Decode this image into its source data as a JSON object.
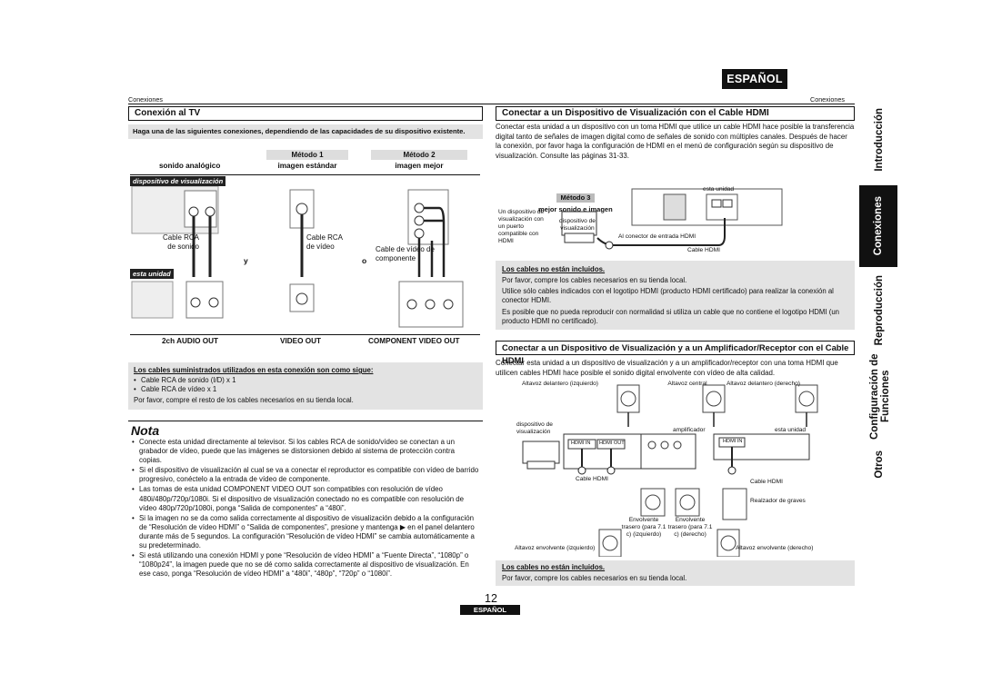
{
  "header": {
    "language_badge": "ESPAÑOL",
    "left_running_head": "Conexiones",
    "right_running_head": "Conexiones"
  },
  "side_tabs": [
    {
      "label": "Introducción",
      "active": false
    },
    {
      "label": "Conexiones",
      "active": true
    },
    {
      "label": "Reproducción",
      "active": false
    },
    {
      "label": "Configuración de Funciones",
      "active": false
    },
    {
      "label": "Otros",
      "active": false
    }
  ],
  "left": {
    "section_title": "Conexión al TV",
    "intro_bold": "Haga una de las siguientes conexiones, dependiendo de las capacidades de su dispositivo existente.",
    "method1": {
      "tag": "Método 1",
      "sub": "imagen estándar"
    },
    "method2": {
      "tag": "Método 2",
      "sub": "imagen mejor"
    },
    "col_audio": "sonido analógico",
    "tv_label": "dispositivo de visualización",
    "unit_label": "esta unidad",
    "cable_audio": "Cable RCA de sonido",
    "cable_video": "Cable RCA de vídeo",
    "cable_component": "Cable de vídeo de componente",
    "conj_y": "y",
    "conj_o": "o",
    "port_audio": "2ch AUDIO OUT",
    "port_video": "VIDEO OUT",
    "port_component": "COMPONENT VIDEO OUT",
    "cables_heading": "Los cables suministrados utilizados en esta conexión son como sigue:",
    "cables_list": [
      "Cable RCA de sonido (I/D) x 1",
      "Cable RCA de vídeo x 1"
    ],
    "cables_note": "Por favor, compre el resto de los cables necesarios en su tienda local.",
    "note_title": "Nota",
    "notes": [
      "Conecte esta unidad directamente al televisor. Si los cables RCA de sonido/vídeo se conectan a un grabador de vídeo, puede que las imágenes se distorsionen debido al sistema de protección contra copias.",
      "Si el dispositivo de visualización al cual se va a conectar el reproductor es compatible con vídeo de barrido progresivo, conéctelo a la entrada de vídeo de componente.",
      "Las tomas de esta unidad COMPONENT VIDEO OUT son compatibles con resolución de vídeo 480i/480p/720p/1080i. Si el dispositivo de visualización conectado no es compatible con resolución de vídeo 480p/720p/1080i, ponga “Salida de componentes” a “480i”.",
      "Si la imagen no se da como salida correctamente al dispositivo de visualización debido a la configuración de “Resolución de vídeo HDMI” o “Salida de componentes”, presione y mantenga ▶ en el panel delantero durante más de 5 segundos. La configuración “Resolución de vídeo HDMI” se cambia automáticamente a su predeterminado.",
      "Si está utilizando una conexión HDMI y pone “Resolución de vídeo HDMI” a “Fuente Directa”, “1080p” o “1080p24”, la imagen puede que no se dé como salida correctamente al dispositivo de visualización. En ese caso, ponga “Resolución de vídeo HDMI” a “480i”, “480p”, “720p” o “1080i”."
    ]
  },
  "right": {
    "hdmi_title": "Conectar a un Dispositivo de Visualización con el Cable HDMI",
    "hdmi_intro": "Conectar esta unidad a un dispositivo con un toma HDMI que utilice un cable HDMI hace posible la transferencia digital tanto de señales de imagen digital como de señales de sonido con múltiples canales. Después de hacer la conexión, por favor haga la configuración de HDMI en el menú de configuración según su dispositivo de visualización. Consulte las páginas 31-33.",
    "method3": {
      "tag": "Método 3",
      "sub": "mejor sonido e imagen"
    },
    "display_label": "dispositivo de visualización",
    "display_compatible": "Un dispositivo de visualización con un puerto compatible con HDMI",
    "unit_label": "esta unidad",
    "to_hdmi_in": "Al conector de entrada HDMI",
    "hdmi_cable": "Cable HDMI",
    "not_included_heading": "Los cables no están incluidos.",
    "not_included_lines": [
      "Por favor, compre los cables necesarios en su tienda local.",
      "Utilice sólo cables indicados con el logotipo HDMI (producto HDMI certificado) para realizar la conexión al conector HDMI.",
      "Es posible que no pueda reproducir con normalidad si utiliza un cable que no contiene el logotipo HDMI (un producto HDMI no certificado)."
    ],
    "amp_title": "Conectar a un Dispositivo de Visualización y a un Amplificador/Receptor con el Cable HDMI",
    "amp_intro": "Conectar esta unidad a un dispositivo de visualización y a un amplificador/receptor con una toma HDMI que utilicen cables HDMI hace posible el sonido digital envolvente con vídeo de alta calidad.",
    "front_left": "Altavoz delantero (izquierdo)",
    "center": "Altavoz central",
    "front_right": "Altavoz delantero (derecho)",
    "display_short": "dispositivo de visualización",
    "amplifier": "amplificador",
    "unit_label2": "esta unidad",
    "hdmi_in": "HDMI IN",
    "hdmi_out": "HDMI OUT",
    "hdmi_in2": "HDMI IN",
    "cable_hdmi_a": "Cable HDMI",
    "cable_hdmi_b": "Cable HDMI",
    "subwoofer": "Realzador de graves",
    "surround_rear_l": "Envolvente trasero (para 7.1 c) (izquierdo)",
    "surround_rear_r": "Envolvente trasero (para 7.1 c) (derecho)",
    "surround_l": "Altavoz envolvente (izquierdo)",
    "surround_r": "Altavoz envolvente (derecho)",
    "not_included_heading2": "Los cables no están incluidos.",
    "not_included_line2": "Por favor, compre los cables necesarios en su tienda local."
  },
  "footer": {
    "page_number": "12",
    "language_badge": "ESPAÑOL"
  }
}
